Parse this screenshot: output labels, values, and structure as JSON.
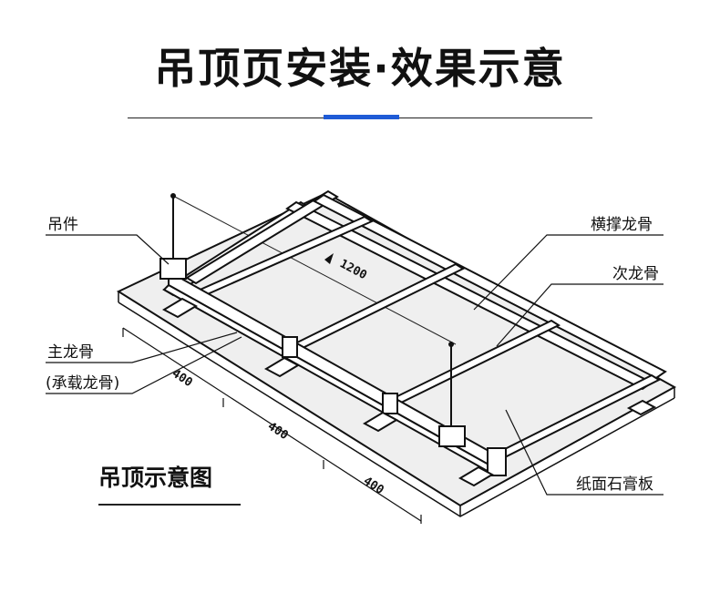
{
  "title": "吊顶页安装·效果示意",
  "caption": "吊顶示意图",
  "labels": {
    "hanger": "吊件",
    "main_keel_line1": "主龙骨",
    "main_keel_line2": "(承载龙骨)",
    "cross_brace_keel": "横撑龙骨",
    "secondary_keel": "次龙骨",
    "gypsum_board": "纸面石膏板"
  },
  "dimensions": {
    "span": "1200",
    "spacing_1": "400",
    "spacing_2": "400",
    "spacing_3": "400"
  },
  "colors": {
    "accent": "#1f5bd6",
    "line": "#222222"
  }
}
